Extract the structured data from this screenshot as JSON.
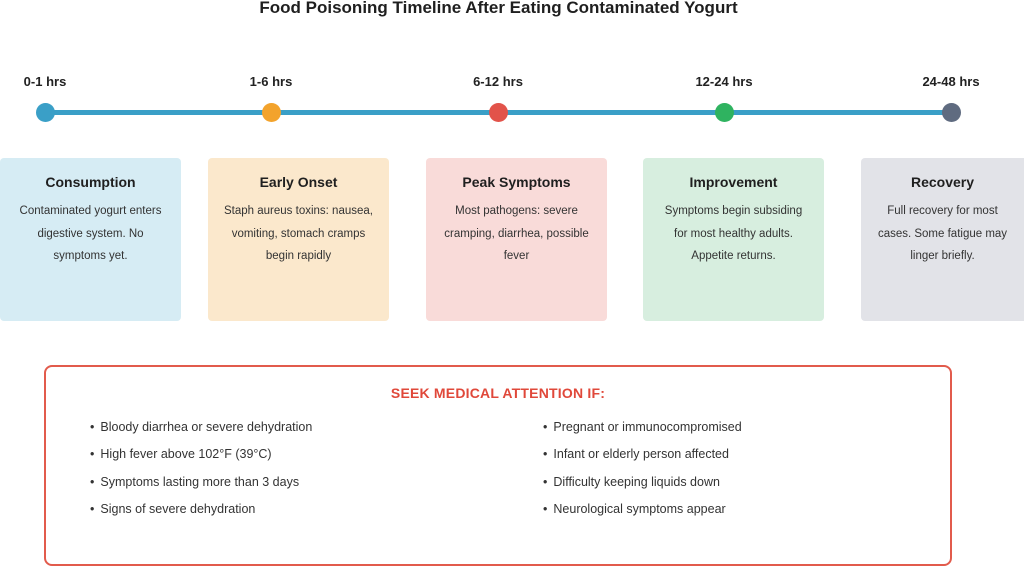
{
  "title": "Food Poisoning Timeline After Eating Contaminated Yogurt",
  "stages": [
    {
      "time": "0-1 hrs",
      "title": "Consumption",
      "description": "Contaminated yogurt enters digestive system. No symptoms yet.",
      "dot_color": "#3a9fc7",
      "card_color": "#d6ecf4"
    },
    {
      "time": "1-6 hrs",
      "title": "Early Onset",
      "description": "Staph aureus toxins: nausea, vomiting, stomach cramps begin rapidly",
      "dot_color": "#f3a32c",
      "card_color": "#fbe8cc"
    },
    {
      "time": "6-12 hrs",
      "title": "Peak Symptoms",
      "description": "Most pathogens: severe cramping, diarrhea, possible fever",
      "dot_color": "#e2534a",
      "card_color": "#f9dbd9"
    },
    {
      "time": "12-24 hrs",
      "title": "Improvement",
      "description": "Symptoms begin subsiding for most healthy adults. Appetite returns.",
      "dot_color": "#2fb360",
      "card_color": "#d7eedf"
    },
    {
      "time": "24-48 hrs",
      "title": "Recovery",
      "description": "Full recovery for most cases. Some fatigue may linger briefly.",
      "dot_color": "#5f6b80",
      "card_color": "#e2e3e8"
    }
  ],
  "alert": {
    "title": "SEEK MEDICAL ATTENTION IF:",
    "left_items": [
      "Bloody diarrhea or severe dehydration",
      "High fever above 102°F (39°C)",
      "Symptoms lasting more than 3 days",
      "Signs of severe dehydration"
    ],
    "right_items": [
      "Pregnant or immunocompromised",
      "Infant or elderly person affected",
      "Difficulty keeping liquids down",
      "Neurological symptoms appear"
    ],
    "border_color": "#e25b4c",
    "title_color": "#e0483a"
  },
  "timeline_color": "#3a9fc7"
}
